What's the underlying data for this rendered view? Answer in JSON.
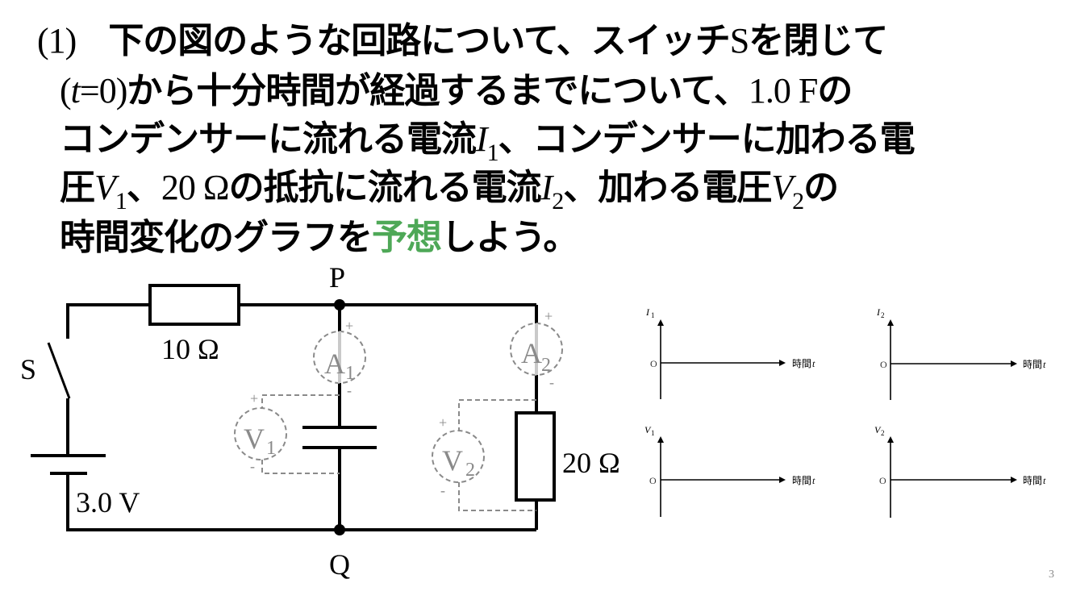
{
  "question": {
    "number": "(1)",
    "line1": {
      "a": "下の図のような回路について、スイッチ",
      "switch": "S",
      "b": "を閉じて"
    },
    "line2": {
      "open": "(",
      "t": "t",
      "eq": "=0)",
      "a": "から十分時間が経過するまでについて、",
      "value": "1.0 F",
      "b": "の"
    },
    "line3": {
      "a": "コンデンサーに流れる電流",
      "var": "I",
      "sub": "1",
      "b": "、コンデンサーに加わる電"
    },
    "line4": {
      "a": "圧",
      "var1": "V",
      "sub1": "1",
      "b": "、",
      "value": "20 Ω",
      "c": "の抵抗に流れる電流",
      "var2": "I",
      "sub2": "2",
      "d": "、加わる電圧",
      "var3": "V",
      "sub3": "2",
      "e": "の"
    },
    "line5": {
      "a": "時間変化のグラフを",
      "highlight": "予想",
      "b": "しよう。"
    }
  },
  "circuit": {
    "switch_label": "S",
    "battery_label": "3.0 V",
    "resistor1_label": "10 Ω",
    "resistor2_label": "20 Ω",
    "node_top": "P",
    "node_bottom": "Q",
    "ammeter1": {
      "letter": "A",
      "sub": "1",
      "plus": "+",
      "minus": "-"
    },
    "ammeter2": {
      "letter": "A",
      "sub": "2",
      "plus": "+",
      "minus": "-"
    },
    "voltmeter1": {
      "letter": "V",
      "sub": "1",
      "plus": "+",
      "minus": "-"
    },
    "voltmeter2": {
      "letter": "V",
      "sub": "2",
      "plus": "+",
      "minus": "-"
    }
  },
  "graphs": [
    {
      "ylabel": "I",
      "ysub": "1",
      "origin": "O",
      "xlabel": "時間",
      "xvar": "t"
    },
    {
      "ylabel": "I",
      "ysub": "2",
      "origin": "O",
      "xlabel": "時間",
      "xvar": "t"
    },
    {
      "ylabel": "V",
      "ysub": "1",
      "origin": "O",
      "xlabel": "時間",
      "xvar": "t"
    },
    {
      "ylabel": "V",
      "ysub": "2",
      "origin": "O",
      "xlabel": "時間",
      "xvar": "t"
    }
  ],
  "slide_number": "3",
  "colors": {
    "highlight": "#4ea857",
    "meter": "#8a8a8a",
    "wire": "#000000"
  }
}
